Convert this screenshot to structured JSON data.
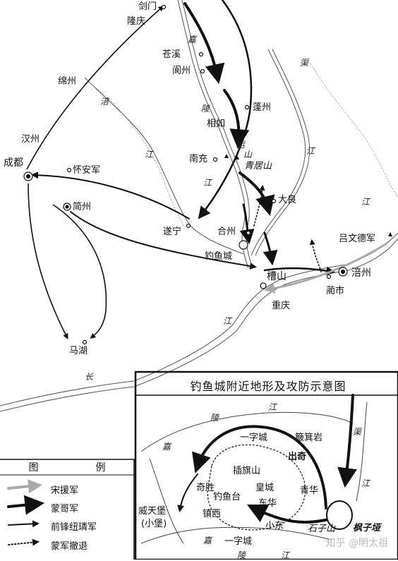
{
  "places": {
    "jianmen": "剑门",
    "longqing": "隆庆",
    "cangxi": "苍溪",
    "langzhou": "阆州",
    "pengzhou": "蓬州",
    "xiangru": "相如",
    "nanchong": "南充",
    "qingjushan": "青居山",
    "daliang": "大良",
    "mianzhou": "绵州",
    "hanzhou": "汉州",
    "chengdu": "成都",
    "huaian": "怀安军",
    "jianzhou": "简州",
    "suining": "遂宁",
    "hezhou": "合州",
    "diaoyucheng": "钓鱼城",
    "caoshan": "槽山",
    "chongqing": "重庆",
    "fuzhou": "涪州",
    "linshi": "蔺市",
    "lvwende": "吕文德军",
    "mahu": "马湖"
  },
  "rivers": {
    "jia1": "嘉",
    "ling": "陵",
    "jiang1": "江",
    "yun": "运",
    "shan": "山",
    "jiang2": "江",
    "fu": "涪",
    "jiang3": "江",
    "qu": "渠",
    "jiang4": "江",
    "jiang5": "江",
    "chang": "长"
  },
  "inset": {
    "title": "钓鱼城附近地形及攻防示意图",
    "labels": {
      "ling": "陵",
      "jiang_top": "江",
      "jia": "嘉",
      "qu": "渠",
      "jiang_right": "江",
      "yizicheng_n": "一字城",
      "bojiyan": "簸箕岩",
      "chuqi": "出奇",
      "chaqishan": "插旗山",
      "huangcheng": "皇城",
      "qisheng": "奇胜",
      "diaoyutai": "钓鱼台",
      "donghua": "东华",
      "qinghua": "青华",
      "weitianbao": "威天堡",
      "xiaobao": "(小堡)",
      "zhenxi": "镇西",
      "xiaodong": "小东",
      "shizishan": "石子山",
      "fengziya": "枫子垭",
      "jia_bottom": "嘉",
      "yizicheng_s": "一字城",
      "ling_bottom": "陵",
      "jiang_bottom": "江"
    }
  },
  "legend": {
    "title_a": "图",
    "title_b": "例",
    "items": [
      "宋援军",
      "蒙哥军",
      "前锋纽璘军",
      "蒙军撤退"
    ]
  },
  "watermark": "知乎 @明太祖",
  "colors": {
    "song_relief": "#a9a9a9",
    "mongke_army": "#111111",
    "river": "#555555"
  }
}
